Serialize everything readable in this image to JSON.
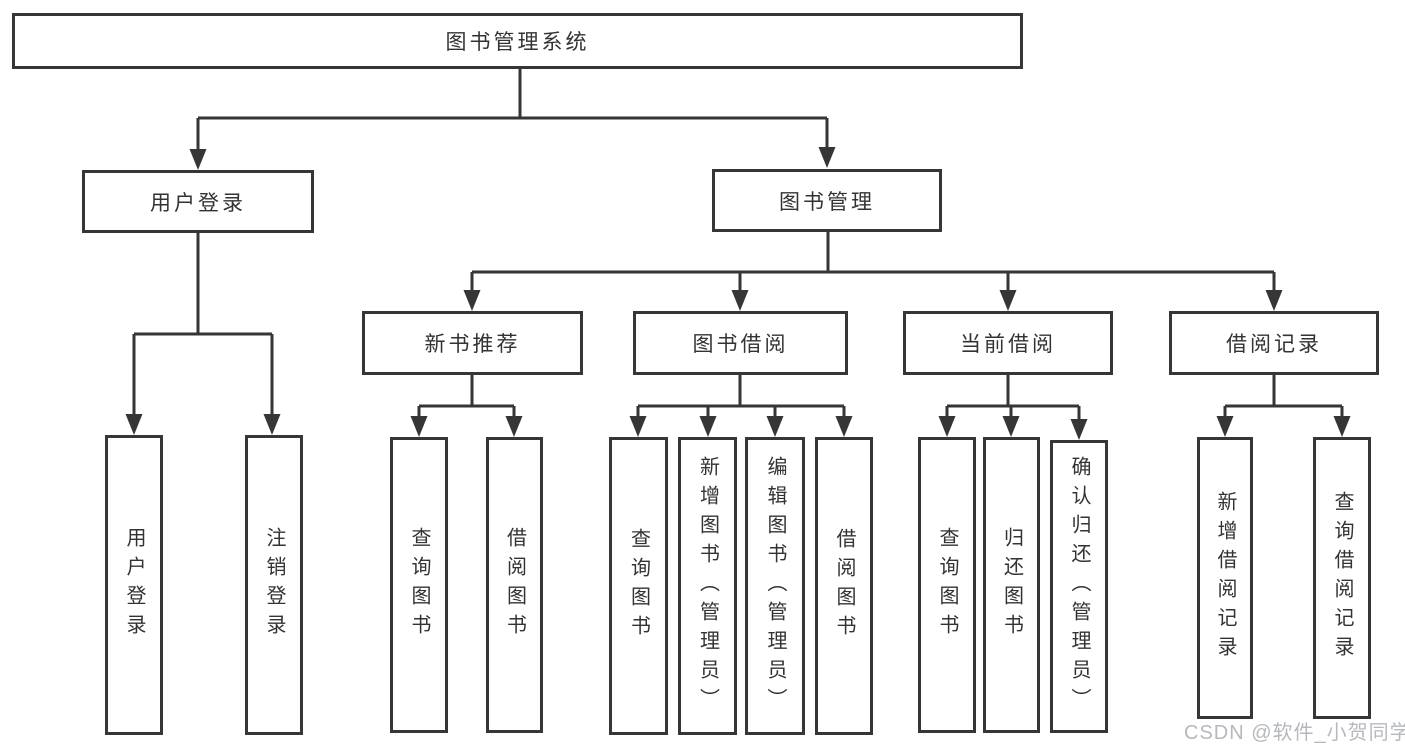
{
  "diagram": {
    "root": {
      "label": "图书管理系统"
    },
    "branches": [
      {
        "label": "用户登录",
        "children": [
          {
            "label": "用户登录"
          },
          {
            "label": "注销登录"
          }
        ]
      },
      {
        "label": "图书管理",
        "children": [
          {
            "label": "新书推荐",
            "children": [
              {
                "label": "查询图书"
              },
              {
                "label": "借阅图书"
              }
            ]
          },
          {
            "label": "图书借阅",
            "children": [
              {
                "label": "查询图书"
              },
              {
                "label": "新增图书（管理员）"
              },
              {
                "label": "编辑图书（管理员）"
              },
              {
                "label": "借阅图书"
              }
            ]
          },
          {
            "label": "当前借阅",
            "children": [
              {
                "label": "查询图书"
              },
              {
                "label": "归还图书"
              },
              {
                "label": "确认归还（管理员）"
              }
            ]
          },
          {
            "label": "借阅记录",
            "children": [
              {
                "label": "新增借阅记录"
              },
              {
                "label": "查询借阅记录"
              }
            ]
          }
        ]
      }
    ]
  },
  "watermark": {
    "text": "CSDN @软件_小贺同学"
  },
  "colors": {
    "line": "#363636",
    "box_border": "#363636",
    "text": "#333333",
    "background": "#ffffff",
    "watermark": "#b5b9bf"
  }
}
